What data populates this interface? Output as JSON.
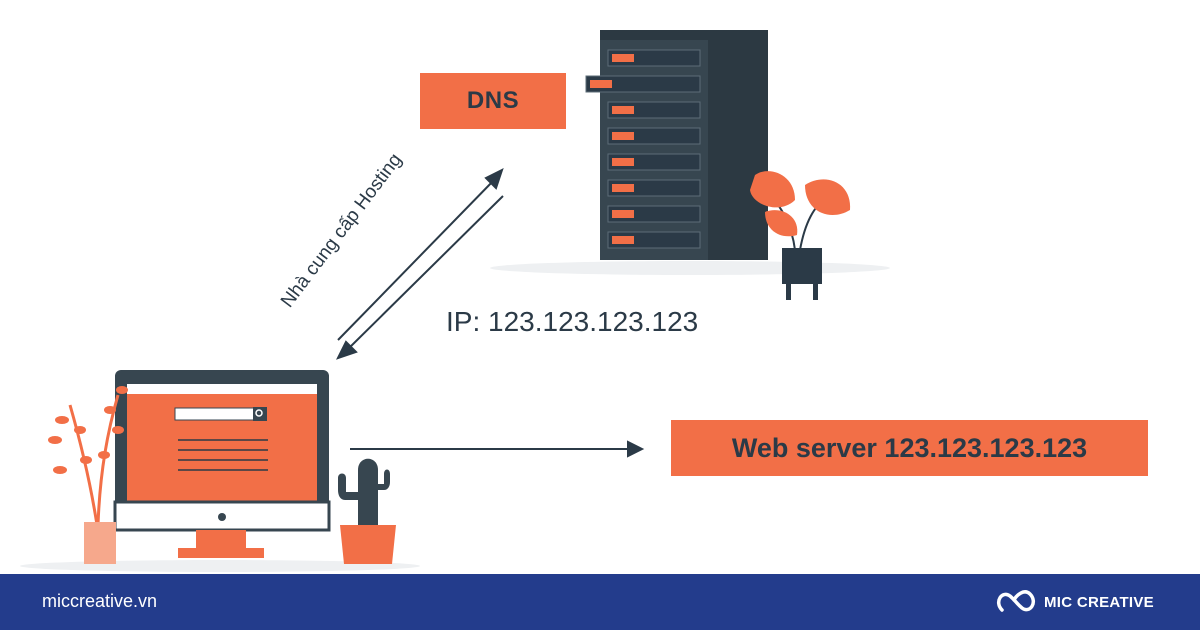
{
  "diagram": {
    "dns_label": "DNS",
    "provider_label": "Nhà cung cấp Hosting",
    "ip_label": "IP: 123.123.123.123",
    "webserver_label": "Web server 123.123.123.123"
  },
  "footer": {
    "website": "miccreative.vn",
    "brand": "MIC CREATIVE"
  },
  "colors": {
    "accent": "#f26f47",
    "dark": "#2b3a47",
    "footer_bg": "#233c8c"
  }
}
